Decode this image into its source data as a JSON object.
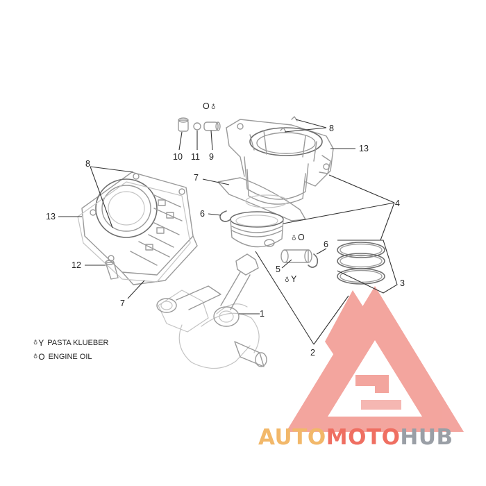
{
  "callouts": {
    "crankshaft": "1",
    "piston_kit": "2",
    "rings": "3",
    "cylinder_assy": "4",
    "pin": "5",
    "circlip_left": "6",
    "circlip_right": "6",
    "gasket_top": "7",
    "gasket_left": "7",
    "studs_right": "8",
    "studs_left": "8",
    "fitting": "9",
    "plug": "10",
    "washer": "11",
    "screw": "12",
    "cylinder_right": "13",
    "cylinder_left": "13"
  },
  "lube_marks": {
    "oil_top": "O",
    "oil_piston": "O",
    "klueber_pin": "Y",
    "drop_glyph": "♁"
  },
  "legend": [
    {
      "symbol": "Y",
      "text": "PASTA KLUEBER"
    },
    {
      "symbol": "O",
      "text": "ENGINE OIL"
    }
  ],
  "watermark": {
    "part1": "AUTO",
    "part2": "MOTO",
    "part3": "HUB"
  },
  "colors": {
    "watermark_triangle": "#f08c84",
    "watermark_auto": "#f2b86a",
    "watermark_moto": "#ef6f62",
    "watermark_hub": "#9a9fa6",
    "line_art": "#9a9a9a"
  }
}
